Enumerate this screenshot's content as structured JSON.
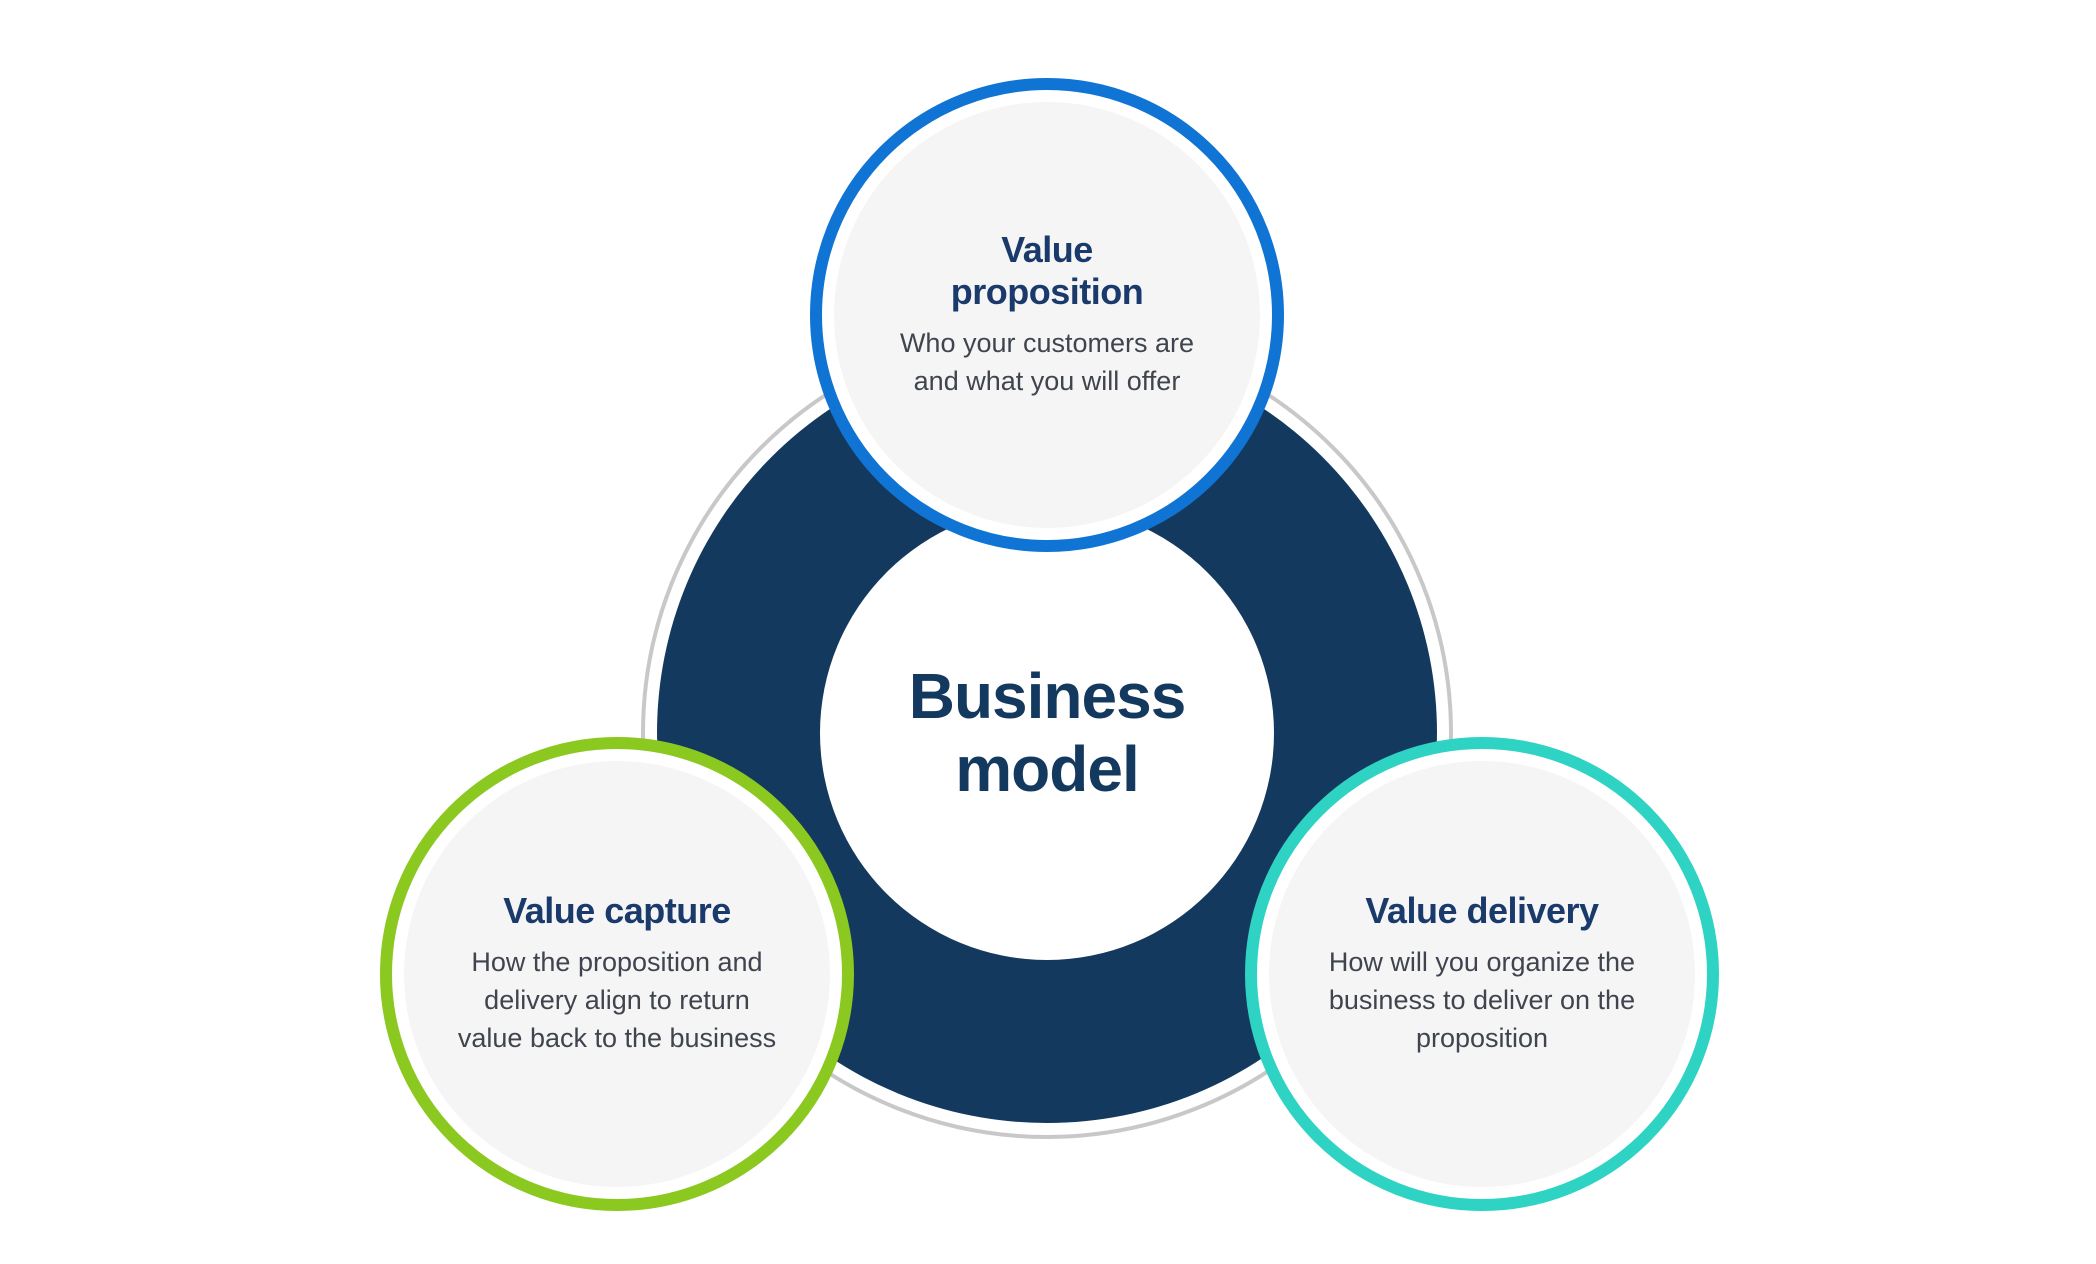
{
  "diagram": {
    "center": {
      "title": "Business\nmodel"
    },
    "nodes": [
      {
        "id": "value-proposition",
        "title": "Value\nproposition",
        "description": "Who your customers are\nand what you will offer"
      },
      {
        "id": "value-capture",
        "title": "Value capture",
        "description": "How the proposition and\ndelivery align to return\nvalue back to the business"
      },
      {
        "id": "value-delivery",
        "title": "Value delivery",
        "description": "How will you organize the\nbusiness to deliver on the\nproposition"
      }
    ],
    "colors": {
      "navy": "#14395E",
      "title": "#1A3A6B",
      "body": "#3F444E",
      "blue": "#0F74D4",
      "green": "#8BC820",
      "teal": "#2ED3C4",
      "grayline": "#C8C8C8",
      "disc": "#F5F5F6",
      "background": "#FFFFFF"
    }
  }
}
